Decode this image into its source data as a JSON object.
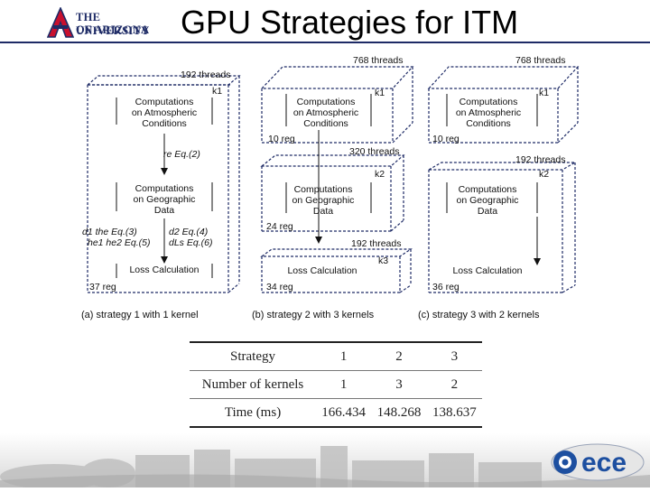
{
  "header": {
    "university_line1": "THE UNIVERSITY",
    "university_line2": "OF ARIZONA",
    "title": "GPU Strategies for ITM"
  },
  "diagram": {
    "strategy1": {
      "threads": "192 threads",
      "kernel": "k1",
      "box1": [
        "Computations",
        "on Atmospheric",
        "Conditions"
      ],
      "eq_re": "re Eq.(2)",
      "box2": [
        "Computations",
        "on Geographic",
        "Data"
      ],
      "eq_left1": "d1 the Eq.(3)",
      "eq_left2": "he1 he2 Eq.(5)",
      "eq_right1": "d2 Eq.(4)",
      "eq_right2": "dLs Eq.(6)",
      "box3": "Loss Calculation",
      "reg": "37 reg",
      "caption": "(a) strategy 1 with 1 kernel"
    },
    "strategy2": {
      "threads_k1": "768 threads",
      "k1": "k1",
      "box1": [
        "Computations",
        "on Atmospheric",
        "Conditions"
      ],
      "reg_k1": "10 reg",
      "threads_k2": "320 threads",
      "k2": "k2",
      "box2": [
        "Computations",
        "on Geographic",
        "Data"
      ],
      "reg_k2": "24 reg",
      "threads_k3": "192 threads",
      "k3": "k3",
      "box3": "Loss Calculation",
      "reg_k3": "34 reg",
      "caption": "(b) strategy 2 with 3 kernels"
    },
    "strategy3": {
      "threads_k1": "768 threads",
      "k1": "k1",
      "box1": [
        "Computations",
        "on Atmospheric",
        "Conditions"
      ],
      "reg_k1": "10 reg",
      "threads_k2": "192 threads",
      "k2": "k2",
      "box2": [
        "Computations",
        "on Geographic",
        "Data"
      ],
      "box3": "Loss Calculation",
      "reg_k2": "36 reg",
      "caption": "(c) strategy 3 with 2 kernels"
    }
  },
  "table": {
    "rows": [
      {
        "label": "Strategy",
        "values": [
          "1",
          "2",
          "3"
        ]
      },
      {
        "label": "Number of kernels",
        "values": [
          "1",
          "3",
          "2"
        ]
      },
      {
        "label": "Time (ms)",
        "values": [
          "166.434",
          "148.268",
          "138.637"
        ]
      }
    ]
  },
  "footer": {
    "logo_text": "ece"
  },
  "colors": {
    "navy": "#1e2b66",
    "arizona_red": "#c8102e",
    "ece_blue": "#1d4fa0"
  }
}
